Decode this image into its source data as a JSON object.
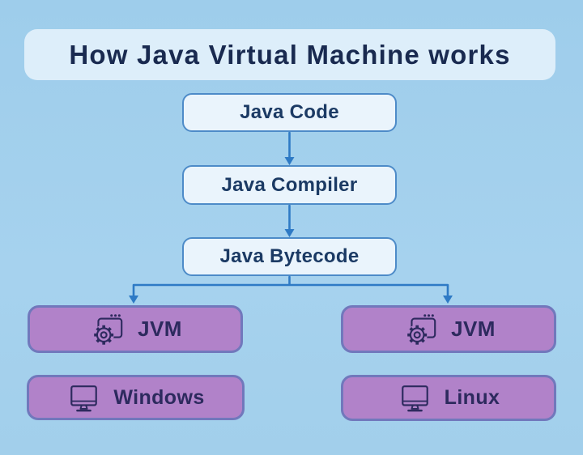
{
  "title": "How Java Virtual Machine works",
  "diagram_type": "flowchart",
  "flow_nodes": [
    {
      "label": "Java Code"
    },
    {
      "label": "Java Compiler"
    },
    {
      "label": "Java Bytecode"
    }
  ],
  "branches": {
    "left": {
      "vm_label": "JVM",
      "os_label": "Windows"
    },
    "right": {
      "vm_label": "JVM",
      "os_label": "Linux"
    }
  },
  "icons": {
    "vm": "gear-window-icon",
    "os": "monitor-icon"
  },
  "colors": {
    "background": "#a2cfeb",
    "title_panel": "#ddeefa",
    "node_fill": "#eaf4fc",
    "node_border": "#4d8bc8",
    "arrow": "#2e7ac5",
    "platform_fill": "#b182c9",
    "platform_border": "#7178bc",
    "title_ink": "#192a50",
    "node_ink": "#1b3a64",
    "platform_ink": "#2d2a5e"
  }
}
